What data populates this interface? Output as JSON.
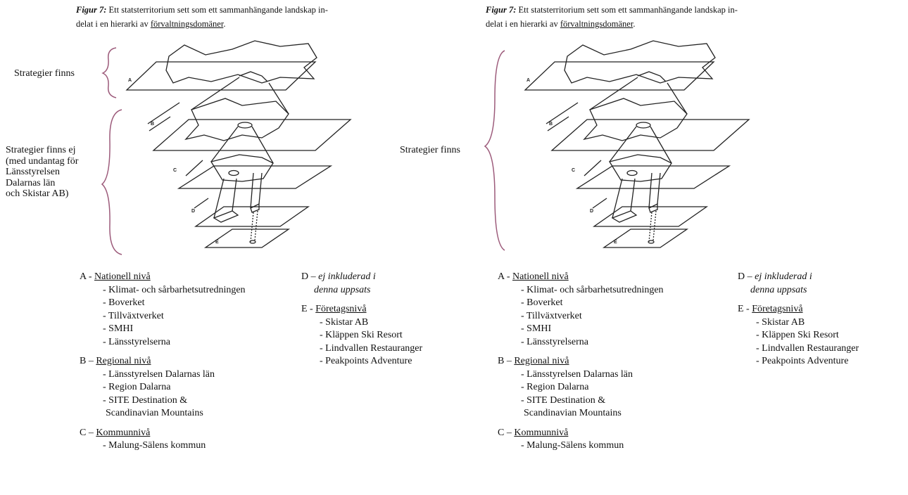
{
  "caption": {
    "prefix": "Figur 7:",
    "line1": "Ett statsterritorium sett som ett sammanhängande landskap in-",
    "line2_pre": "delat i en hierarki av ",
    "line2_u": "förvaltningsdomäner",
    "line2_post": "."
  },
  "layers": [
    "A",
    "B",
    "C",
    "D",
    "E"
  ],
  "left_panel": {
    "label_top": "Strategier finns",
    "label_bottom": "Strategier finns ej\n(med undantag för\nLänsstyrelsen\nDalarnas län\noch Skistar AB)"
  },
  "right_panel": {
    "label": "Strategier finns"
  },
  "legend": {
    "A": {
      "prefix": "A - ",
      "heading": "Nationell nivå",
      "items": [
        "- Klimat- och sårbarhetsutredningen",
        "- Boverket",
        "- Tillväxtverket",
        "- SMHI",
        "- Länsstyrelserna"
      ]
    },
    "B": {
      "prefix": "B – ",
      "heading": "Regional nivå",
      "items": [
        "- Länsstyrelsen Dalarnas län",
        "- Region Dalarna",
        "- SITE Destination &",
        "Scandinavian Mountains"
      ]
    },
    "C": {
      "prefix": "C – ",
      "heading": "Kommunnivå",
      "items": [
        "- Malung-Sälens kommun"
      ]
    },
    "D": {
      "prefix": "D – ",
      "line1": "ej inkluderad i",
      "line2": "denna uppsats"
    },
    "E": {
      "prefix": "E - ",
      "heading": "Företagsnivå",
      "items": [
        "- Skistar AB",
        "- Kläppen Ski Resort",
        "- Lindvallen Restauranger",
        "- Peakpoints Adventure"
      ]
    }
  }
}
